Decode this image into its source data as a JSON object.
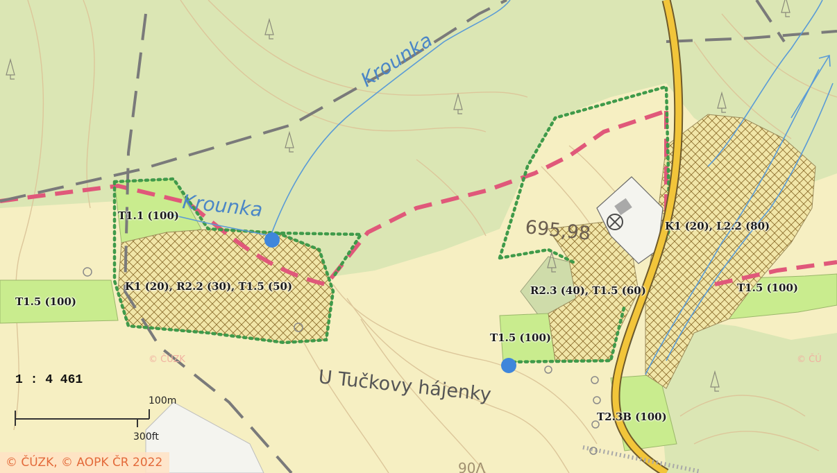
{
  "map": {
    "place_labels": {
      "river_1": "Krounka",
      "river_2": "Krounka",
      "locality": "U Tučkovy hájenky",
      "elevation": "695,98",
      "contour_cut": "90Λ",
      "ghost_copyright_1": "© ČÚZK",
      "ghost_copyright_2": "© ČÚ"
    },
    "habitat_labels": [
      "T1.1 (100)",
      "K1 (20), R2.2 (30), T1.5 (50)",
      "T1.5 (100)",
      "R2.3 (40), T1.5 (60)",
      "T1.5 (100)",
      "K1 (20), L2.2 (80)",
      "T1.5 (100)",
      "T2.3B (100)"
    ],
    "scale": {
      "ratio": "1 : 4 461",
      "metric": "100m",
      "imperial": "300ft"
    },
    "copyright": "© ČÚZK, © AOPK ČR 2022",
    "colors": {
      "forest": "#dbe6b4",
      "meadow": "#f6efc2",
      "habitat_green": "#c9ec8e",
      "hatch": "#8a6a2a",
      "dotted_boundary": "#3f9a4a",
      "road": "#f2c53a",
      "road_edge": "#6e5a2a",
      "pink_boundary": "#e0587a",
      "water": "#5a9bd6",
      "contours": "#dcc69a"
    },
    "icons": [
      "conifer-tree-icon",
      "monument-icon",
      "spring-icon"
    ]
  }
}
